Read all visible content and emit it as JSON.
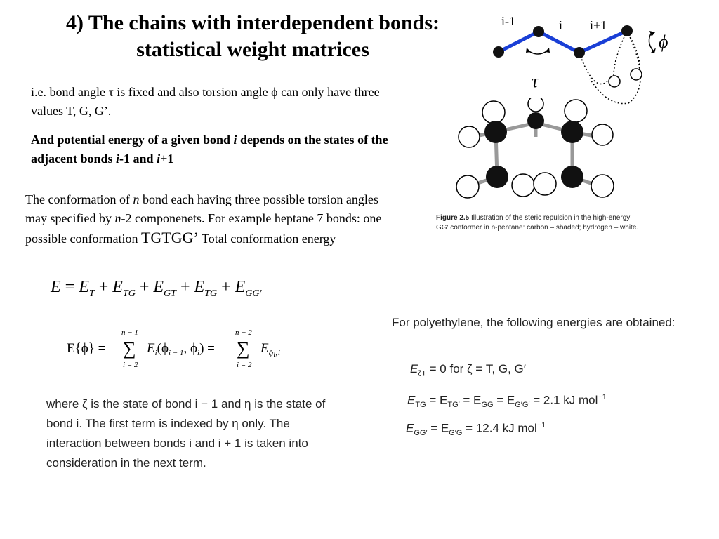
{
  "title": {
    "line1": "4) The chains with interdependent bonds:",
    "line2": "statistical weight matrices"
  },
  "diagram": {
    "label_prev": "i-1",
    "label_i": "i",
    "label_next": "i+1",
    "phi": "ϕ",
    "tau": "τ"
  },
  "intro": {
    "a": "i.e. bond angle τ  is fixed and also torsion angle ϕ can only have three values T, G, G’."
  },
  "bold_para": {
    "a": "And potential energy of a given bond ",
    "b": "i",
    "c": " depends on the states of the adjacent bonds ",
    "d": "i",
    "e": "-1 and ",
    "f": "i",
    "g": "+1"
  },
  "conformation": {
    "a": "The conformation of ",
    "b": "n",
    "c": " bond each having three possible torsion angles may specified by ",
    "d": "n",
    "e": "-2 componenets. For example heptane 7 bonds: one possible conformation ",
    "f": "TGTGG’",
    "g": " Total conformation energy"
  },
  "equation1": {
    "E": "E",
    "eq": " = ",
    "t1": "E",
    "s1": "T",
    "plus": " + ",
    "t2": "E",
    "s2": "TG",
    "t3": "E",
    "s3": "GT",
    "t4": "E",
    "s4": "TG",
    "t5": "E",
    "s5": "GG'"
  },
  "equation2": {
    "lhs": "E{ϕ} =",
    "sum1_top": "n − 1",
    "sum1_bottom": "i = 2",
    "term1": "E",
    "term1_sub": "i",
    "term1_args": "(ϕ",
    "term1_args_sub": "i − 1",
    "term1_args2": ", ϕ",
    "term1_args2_sub": "i",
    "term1_close": ") =",
    "sum2_top": "n − 2",
    "sum2_bottom": "i = 2",
    "term2": "E",
    "term2_sub": "ζη;i",
    "sigma": "∑"
  },
  "where_text": {
    "text": "where ζ is the state of bond i − 1 and η is the state of bond i. The first term is indexed by η only. The interaction between bonds i and i + 1 is taken into consideration in the next term."
  },
  "figure_caption": {
    "label": "Figure  2.5",
    "text": " Illustration of the steric repulsion in the high-energy GG′ conformer in n-pentane: carbon – shaded; hydrogen – white."
  },
  "polyethylene": {
    "intro": "For polyethylene, the following energies are obtained:",
    "e1_pre": "E",
    "e1_sub": "ζT",
    "e1_rest": " = 0 for ζ = T, G, G′",
    "e2_a": "E",
    "e2_a_sub": "TG",
    "e2_b": " = E",
    "e2_b_sub": "TG′",
    "e2_c": " = E",
    "e2_c_sub": "GG",
    "e2_d": " = E",
    "e2_d_sub": "G′G′",
    "e2_val": " = 2.1 kJ mol",
    "e2_exp": "−1",
    "e3_a": "E",
    "e3_a_sub": "GG′",
    "e3_b": " = E",
    "e3_b_sub": "G′G",
    "e3_val": " = 12.4 kJ mol",
    "e3_exp": "−1"
  }
}
